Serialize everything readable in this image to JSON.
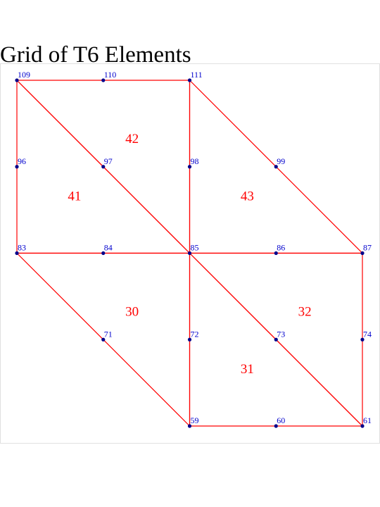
{
  "title": "Grid of T6 Elements",
  "colors": {
    "edge": "#ff0000",
    "node_marker": "#00008b",
    "node_label": "#0000cd",
    "element_label": "#ff0000",
    "frame": "#e0e0e0"
  },
  "nodes": [
    {
      "id": "109",
      "x": 0,
      "y": 4
    },
    {
      "id": "110",
      "x": 1,
      "y": 4
    },
    {
      "id": "111",
      "x": 2,
      "y": 4
    },
    {
      "id": "96",
      "x": 0,
      "y": 3
    },
    {
      "id": "97",
      "x": 1,
      "y": 3
    },
    {
      "id": "98",
      "x": 2,
      "y": 3
    },
    {
      "id": "99",
      "x": 3,
      "y": 3
    },
    {
      "id": "83",
      "x": 0,
      "y": 2
    },
    {
      "id": "84",
      "x": 1,
      "y": 2
    },
    {
      "id": "85",
      "x": 2,
      "y": 2
    },
    {
      "id": "86",
      "x": 3,
      "y": 2
    },
    {
      "id": "87",
      "x": 4,
      "y": 2
    },
    {
      "id": "71",
      "x": 1,
      "y": 1
    },
    {
      "id": "72",
      "x": 2,
      "y": 1
    },
    {
      "id": "73",
      "x": 3,
      "y": 1
    },
    {
      "id": "74",
      "x": 4,
      "y": 1
    },
    {
      "id": "59",
      "x": 2,
      "y": 0
    },
    {
      "id": "60",
      "x": 3,
      "y": 0
    },
    {
      "id": "61",
      "x": 4,
      "y": 0
    }
  ],
  "elements": [
    {
      "id": "42",
      "corners": [
        "109",
        "111",
        "85"
      ]
    },
    {
      "id": "41",
      "corners": [
        "109",
        "85",
        "83"
      ]
    },
    {
      "id": "43",
      "corners": [
        "111",
        "87",
        "85"
      ]
    },
    {
      "id": "30",
      "corners": [
        "83",
        "85",
        "59"
      ]
    },
    {
      "id": "31",
      "corners": [
        "85",
        "61",
        "59"
      ]
    },
    {
      "id": "32",
      "corners": [
        "85",
        "87",
        "61"
      ]
    }
  ]
}
